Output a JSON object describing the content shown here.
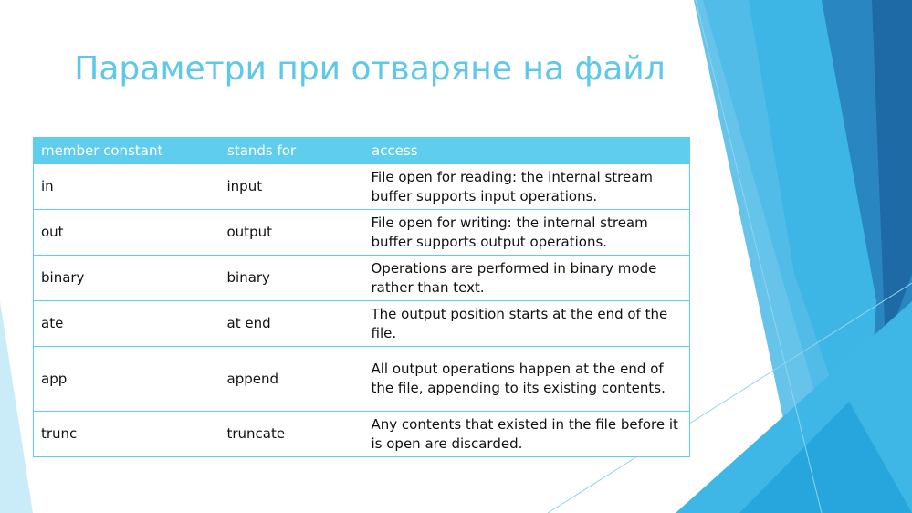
{
  "slide": {
    "title": "Параметри при отваряне на файл",
    "colors": {
      "title": "#5ec8ea",
      "table_header_bg": "#5fcdee",
      "accent_dark": "#1f77b4"
    }
  },
  "table": {
    "headers": [
      "member constant",
      "stands for",
      "access"
    ],
    "rows": [
      {
        "constant": "in",
        "stands_for": "input",
        "access": "File open for reading: the internal stream buffer supports input operations."
      },
      {
        "constant": "out",
        "stands_for": "output",
        "access": "File open for writing: the internal stream buffer supports output operations."
      },
      {
        "constant": "binary",
        "stands_for": "binary",
        "access": "Operations are performed in binary mode rather than text."
      },
      {
        "constant": "ate",
        "stands_for": "at end",
        "access": "The output position starts at the end of the file."
      },
      {
        "constant": "app",
        "stands_for": "append",
        "access": "All output operations happen at the end of the file, appending to its existing contents."
      },
      {
        "constant": "trunc",
        "stands_for": "truncate",
        "access": "Any contents that existed in the file before it is open are discarded."
      }
    ]
  }
}
